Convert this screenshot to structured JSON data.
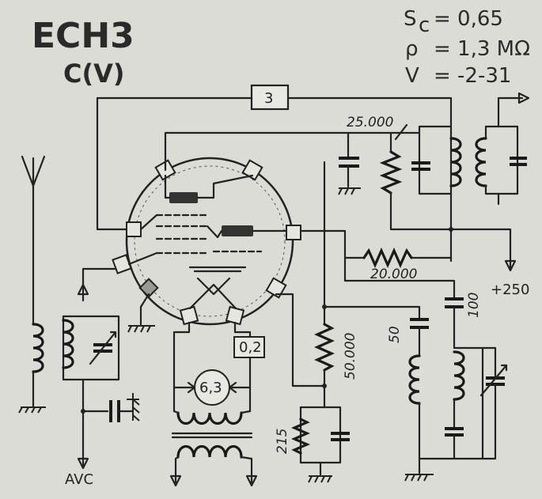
{
  "tube": {
    "name": "ECH3",
    "base": "C(V)"
  },
  "specs": {
    "sc_label": "S",
    "sc_sub": "c",
    "sc_value": "= 0,65",
    "rho_label": "ρ",
    "rho_value": "= 1,3 MΩ",
    "v_label": "V",
    "v_value": "= -2-31"
  },
  "components": {
    "pin_box": "3",
    "r_plate": "25.000",
    "r_series": "20.000",
    "b_plus": "+250",
    "c_100": "100",
    "c_50": "50",
    "r_50000": "50.000",
    "r_215": "215",
    "heater_volts": "6,3",
    "heater_amps": "0,2",
    "avc": "AVC"
  },
  "icons": [
    "antenna-icon",
    "ground-icon",
    "arrow-icon",
    "coil-icon",
    "capacitor-icon",
    "resistor-icon",
    "variable-capacitor-icon"
  ]
}
